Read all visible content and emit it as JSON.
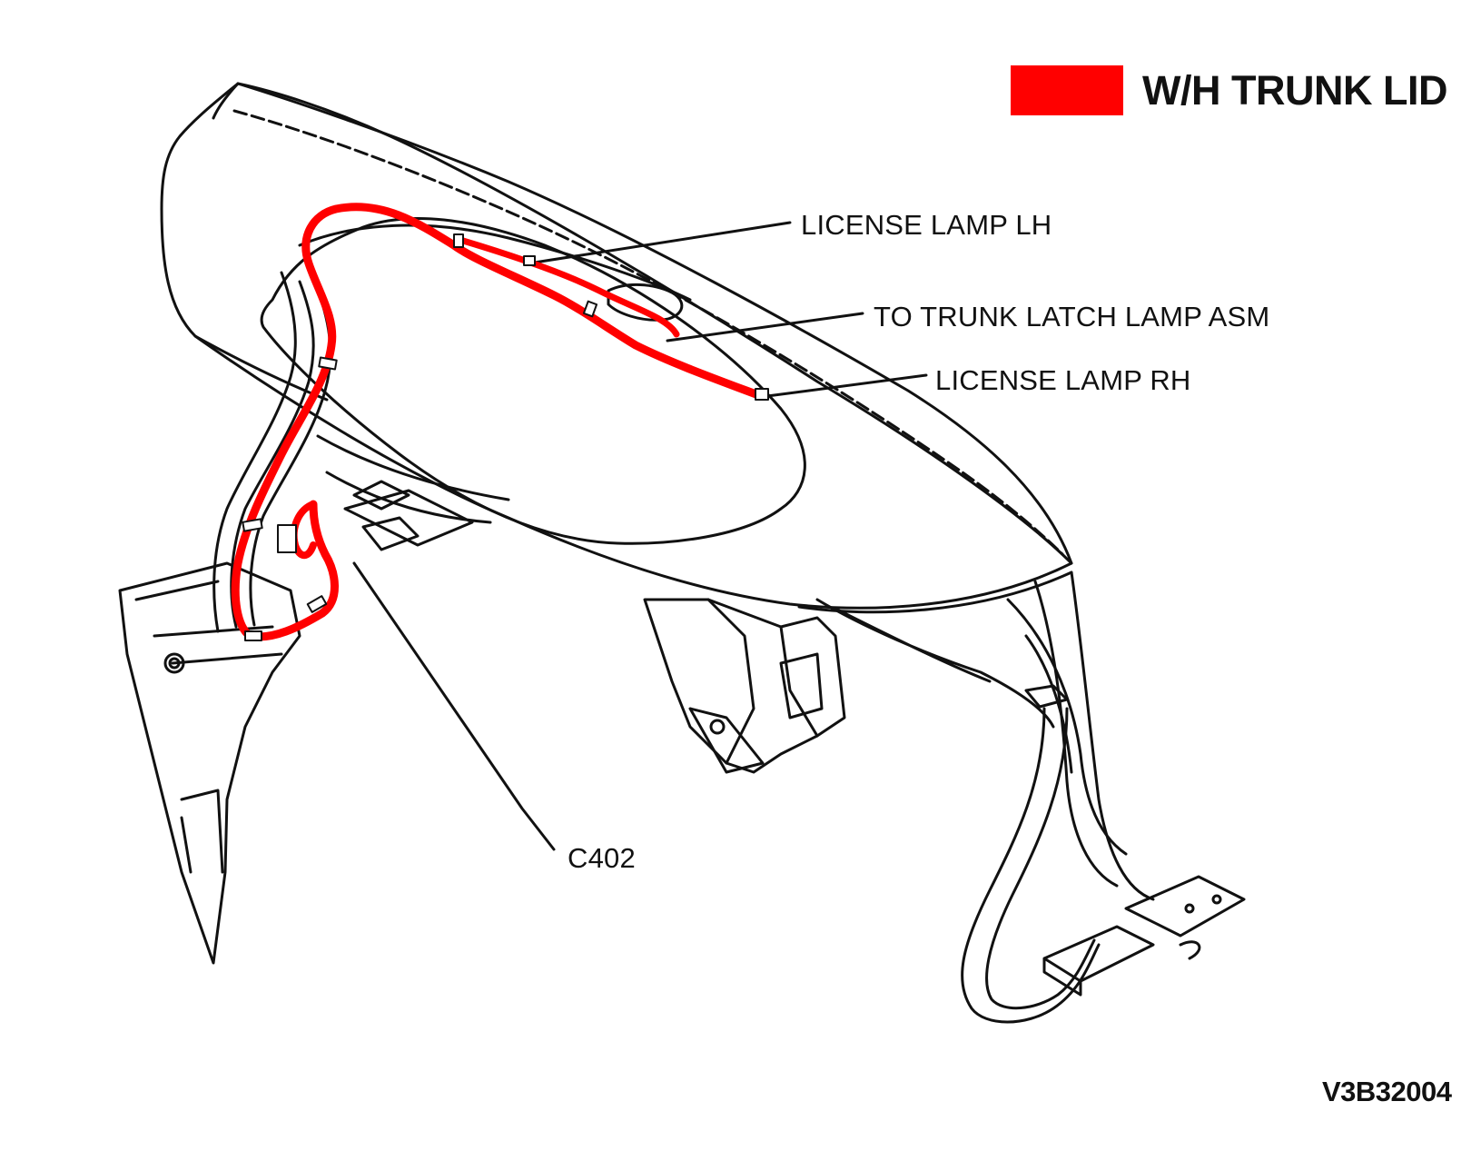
{
  "legend": {
    "swatch_color": "#ff0000",
    "label": "W/H TRUNK LID"
  },
  "callouts": {
    "license_lamp_lh": "LICENSE LAMP LH",
    "trunk_latch_lamp": "TO TRUNK LATCH LAMP ASM",
    "license_lamp_rh": "LICENSE LAMP RH",
    "connector": "C402"
  },
  "figure_id": "V3B32004",
  "colors": {
    "harness": "#ff0000",
    "linework": "#111111",
    "background": "#ffffff"
  }
}
